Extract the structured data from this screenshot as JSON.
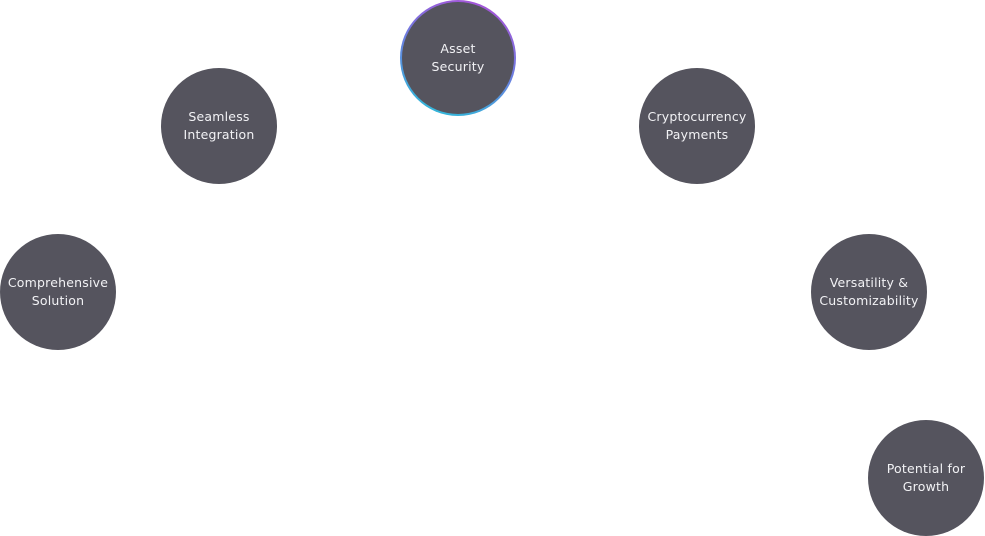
{
  "features": {
    "asset_security": {
      "label": "Asset\nSecurity",
      "active": true
    },
    "seamless_integration": {
      "label": "Seamless\nIntegration"
    },
    "cryptocurrency_payments": {
      "label": "Cryptocurrency\nPayments"
    },
    "comprehensive_solution": {
      "label": "Comprehensive\nSolution"
    },
    "versatility_customizability": {
      "label": "Versatility &\nCustomizability"
    },
    "potential_for_growth": {
      "label": "Potential for\nGrowth"
    }
  },
  "colors": {
    "node_fill": "#55545e",
    "node_text": "#f2f2f5",
    "active_ring": [
      "#b24bd6",
      "#6a7fe0",
      "#26c4d8"
    ],
    "background": "#ffffff"
  }
}
